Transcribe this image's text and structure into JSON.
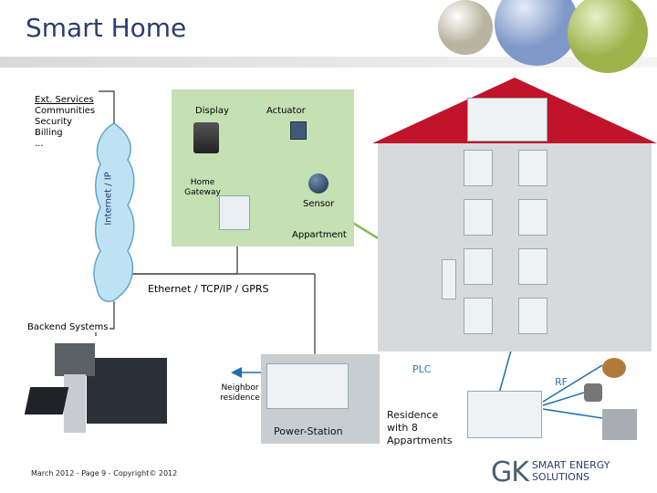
{
  "title": "Smart Home",
  "ext_services": {
    "head": "Ext. Services",
    "items": [
      "Communities",
      "Security",
      "Billing",
      "..."
    ]
  },
  "cloud_label": "Internet / IP",
  "apartment": {
    "display": "Display",
    "actuator": "Actuator",
    "gateway": "Home Gateway",
    "sensor": "Sensor",
    "label": "Appartment"
  },
  "network_label": "Ethernet / TCP/IP / GPRS",
  "backend_label": "Backend Systems",
  "neighbor_label": "Neighbor residence",
  "power_station": "Power-Station",
  "plc_label": "PLC",
  "rf_label": "RF",
  "residence_label": "Residence with 8 Appartments",
  "footer": "March 2012 - Page 9 - Copyright© 2012",
  "logo": {
    "gk": "GK",
    "text": "Smart Energy Solutions"
  },
  "colors": {
    "roof": "#c0142b",
    "building": "#d7dadd",
    "green_area": "#c5e0b3",
    "plc": "#2e75b6",
    "title": "#2c3e6e"
  }
}
